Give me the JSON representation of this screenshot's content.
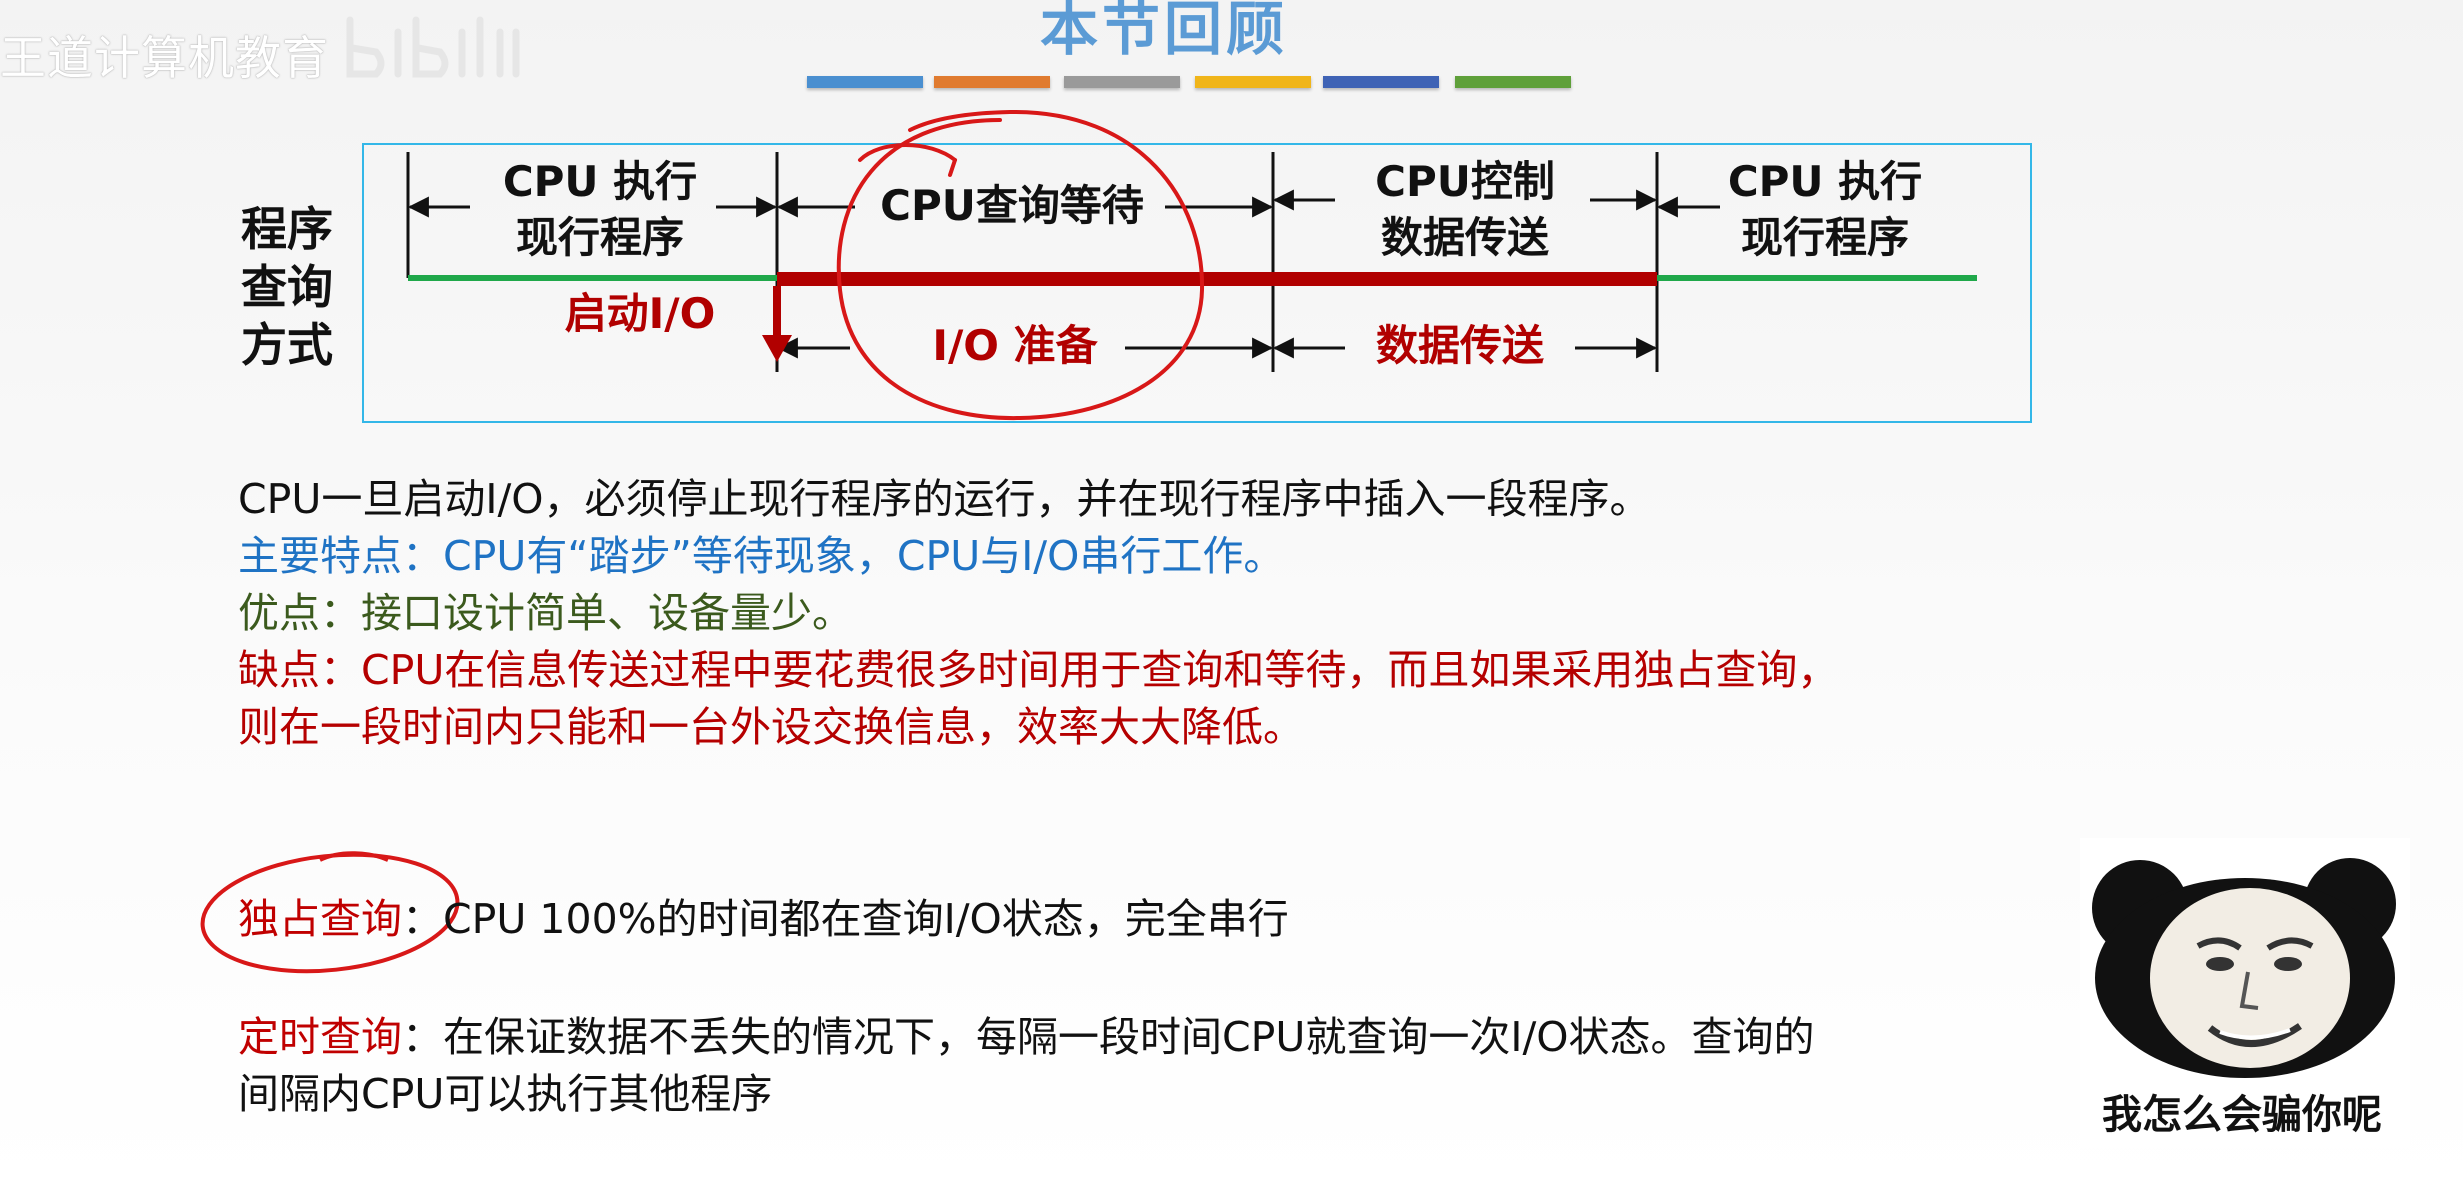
{
  "header": {
    "watermark": "王道计算机教育",
    "title": "本节回顾",
    "color_bars": [
      "#4a8fd0",
      "#e07b30",
      "#9a9a9a",
      "#f0b51a",
      "#3f63b5",
      "#5fa03a"
    ]
  },
  "diagram": {
    "side_label": "程序查询方式",
    "segments": [
      {
        "line1": "CPU 执行",
        "line2": "现行程序"
      },
      {
        "line1": "CPU查询等待",
        "line2": ""
      },
      {
        "line1": "CPU控制",
        "line2": "数据传送"
      },
      {
        "line1": "CPU  执行",
        "line2": "现行程序"
      }
    ],
    "start_io": "启动I/O",
    "io_prepare": "I/O 准备",
    "data_transfer": "数据传送"
  },
  "text": {
    "line1": "CPU一旦启动I/O，必须停止现行程序的运行，并在现行程序中插入一段程序。",
    "line2": "主要特点：CPU有“踏步”等待现象，CPU与I/O串行工作。",
    "line3": "优点：接口设计简单、设备量少。",
    "line4": "缺点：CPU在信息传送过程中要花费很多时间用于查询和等待，而且如果采用独占查询，",
    "line5": "则在一段时间内只能和一台外设交换信息，效率大大降低。"
  },
  "exclusive": {
    "term": "独占查询",
    "desc": "：CPU 100%的时间都在查询I/O状态，完全串行"
  },
  "timed": {
    "term": "定时查询",
    "desc": "：在保证数据不丢失的情况下，每隔一段时间CPU就查询一次I/O状态。查询的",
    "desc2": "间隔内CPU可以执行其他程序"
  },
  "meme": {
    "caption": "我怎么会骗你呢"
  }
}
